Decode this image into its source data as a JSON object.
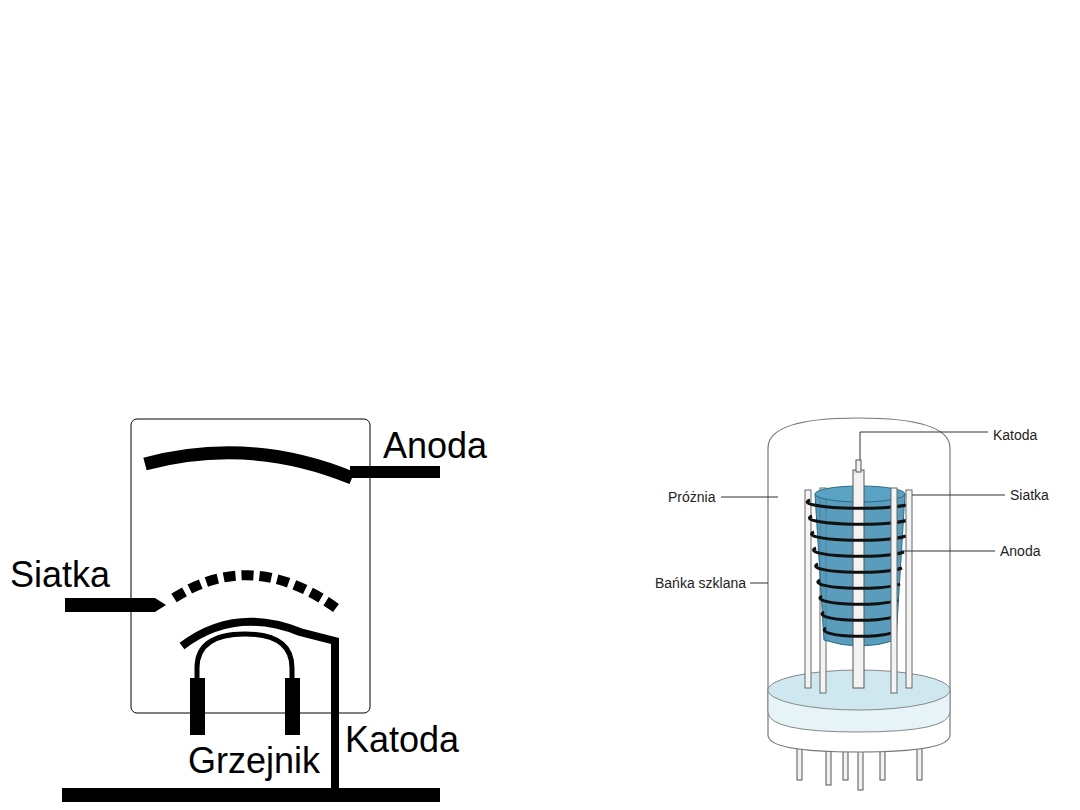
{
  "diagram": {
    "labels": [
      "Anoda",
      "Siatka",
      "Grzejnik",
      "Katoda",
      "Katoda",
      "Próżnia",
      "Siatka",
      "Anoda",
      "Bańka szklana"
    ]
  }
}
